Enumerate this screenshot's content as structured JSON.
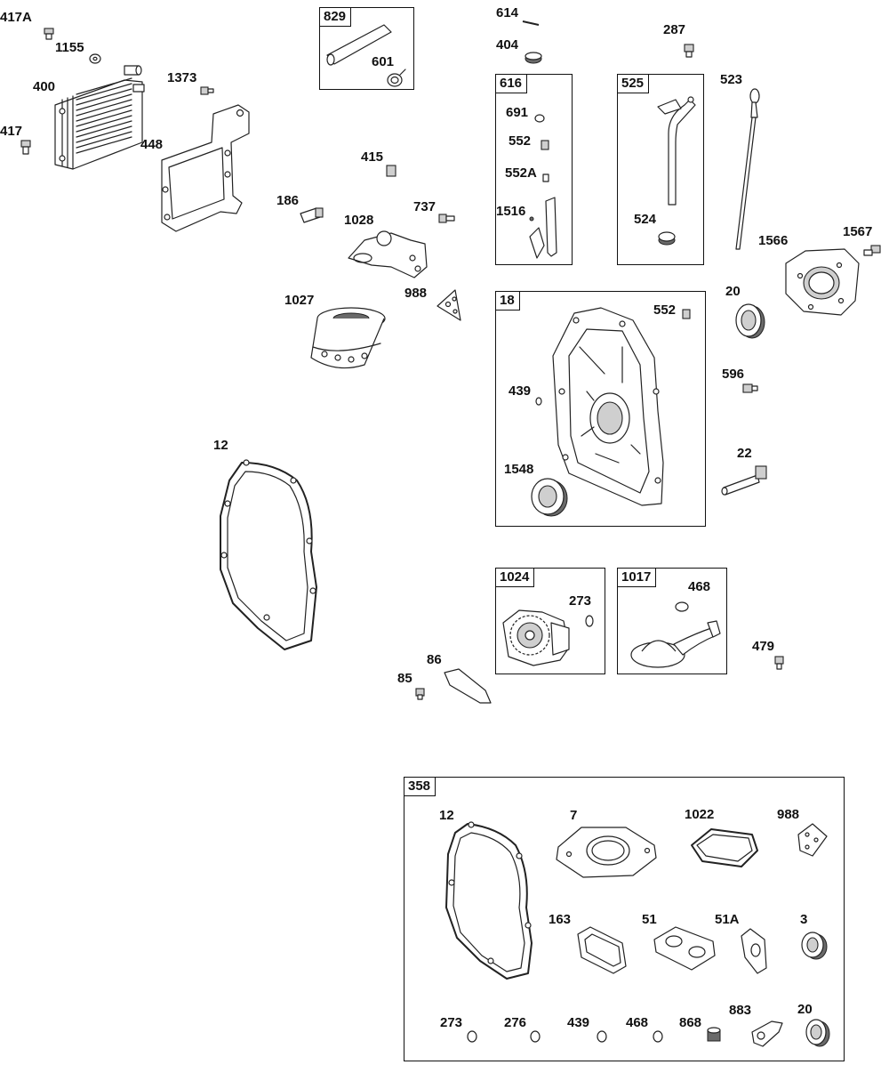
{
  "diagram": {
    "labels": {
      "l417A": "417A",
      "l1155": "1155",
      "l400": "400",
      "l1373": "1373",
      "l417": "417",
      "l448": "448",
      "l601": "601",
      "l614": "614",
      "l404": "404",
      "l287": "287",
      "l523": "523",
      "l691": "691",
      "l552a": "552",
      "l552A": "552A",
      "l1516": "1516",
      "l524": "524",
      "l415": "415",
      "l186": "186",
      "l1028": "1028",
      "l737": "737",
      "l1567": "1567",
      "l1566": "1566",
      "l20a": "20",
      "l988a": "988",
      "l1027": "1027",
      "l552b": "552",
      "l439a": "439",
      "l596": "596",
      "l12a": "12",
      "l22": "22",
      "l1548": "1548",
      "l273a": "273",
      "l468a": "468",
      "l479": "479",
      "l86": "86",
      "l85": "85",
      "l12b": "12",
      "l7": "7",
      "l1022": "1022",
      "l988b": "988",
      "l163": "163",
      "l51": "51",
      "l51A": "51A",
      "l3": "3",
      "l883": "883",
      "l273b": "273",
      "l276": "276",
      "l439b": "439",
      "l468b": "468",
      "l868": "868",
      "l20b": "20"
    },
    "boxes": {
      "b829": "829",
      "b616": "616",
      "b525": "525",
      "b18": "18",
      "b1024": "1024",
      "b1017": "1017",
      "b358": "358"
    }
  }
}
